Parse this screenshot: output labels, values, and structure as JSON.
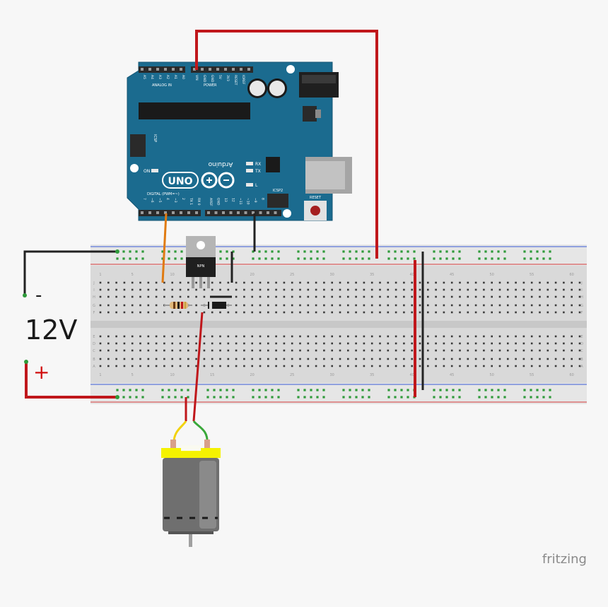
{
  "supply": {
    "minus": "-",
    "voltage": "12V",
    "plus": "+"
  },
  "watermark": "fritzing",
  "arduino": {
    "model": "UNO",
    "brand": "Arduino",
    "power_header_label": "POWER",
    "analog_label": "ANALOG IN",
    "digital_label": "DIGITAL (PWM=~)",
    "icsp_label": "ICSP",
    "icsp2_label": "ICSP2",
    "reset_label": "RESET",
    "on_label": "ON",
    "tx_label": "TX",
    "rx_label": "RX",
    "l_label": "L",
    "power_pins": [
      "VIN",
      "GND",
      "GND",
      "5V",
      "3V3",
      "RESET",
      "IOREF"
    ],
    "analog_pins": [
      "A5",
      "A4",
      "A3",
      "A2",
      "A1",
      "A0"
    ],
    "gnd_aref_pins": [
      "AREF",
      "GND",
      "13",
      "12",
      "~11",
      "~10",
      "~9",
      "8"
    ],
    "digital_pins": [
      "7",
      "~6",
      "~5",
      "4",
      "~3",
      "2",
      "TX 1",
      "RX 0"
    ]
  },
  "transistor": {
    "label": "NPN"
  },
  "breadboard": {
    "column_numbers": [
      "1",
      "5",
      "10",
      "15",
      "20",
      "25",
      "30",
      "35",
      "40",
      "45",
      "50",
      "55",
      "60"
    ],
    "row_letters_top": [
      "J",
      "I",
      "H",
      "G",
      "F"
    ],
    "row_letters_bottom": [
      "E",
      "D",
      "C",
      "B",
      "A"
    ]
  },
  "colors": {
    "board_blue": "#1b6b8f",
    "wire_red": "#c0171b",
    "wire_black": "#222222",
    "wire_orange": "#e07b12",
    "wire_yellow": "#f2d20c",
    "wire_green": "#3aa83a",
    "motor_yellow": "#f5f200",
    "motor_gray": "#6f6f6f",
    "pin_green": "#2e9a3a",
    "rail_red": "#d63a3a",
    "rail_blue": "#3a5bd6"
  }
}
